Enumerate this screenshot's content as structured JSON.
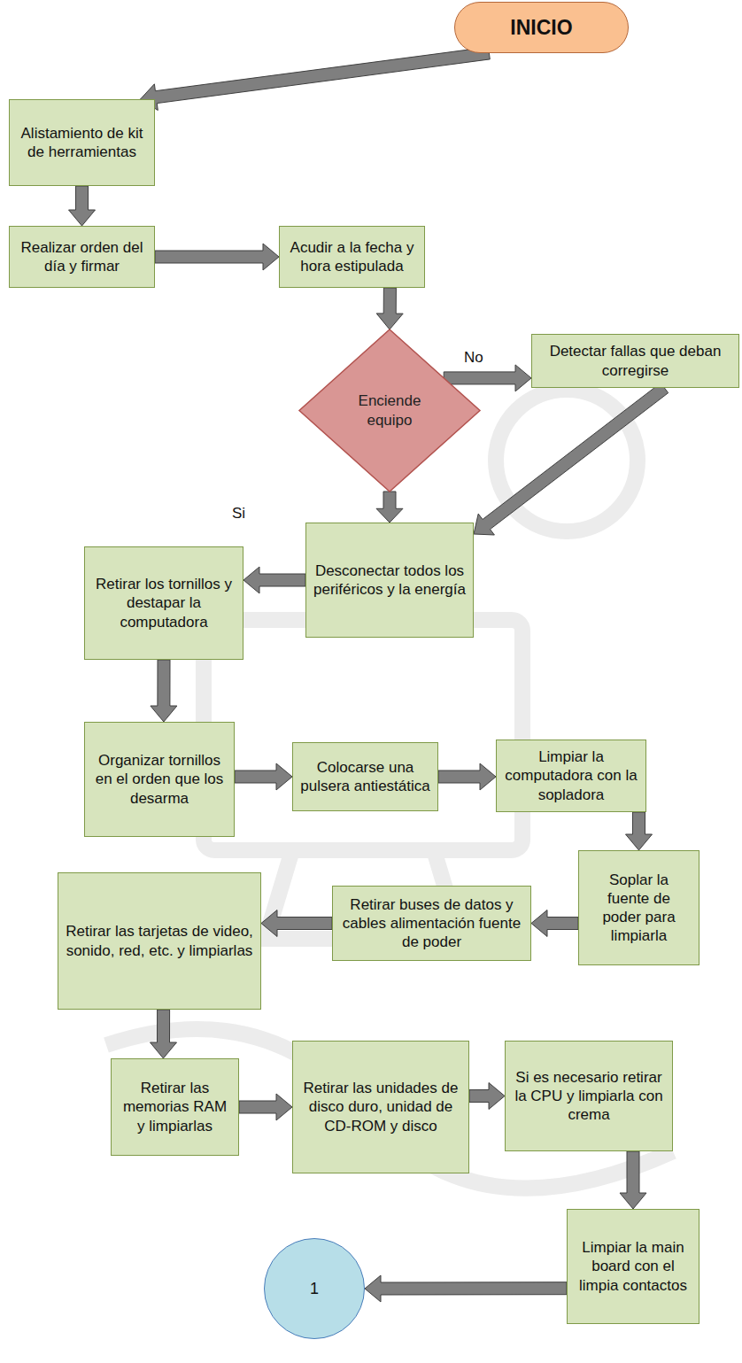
{
  "diagram": {
    "nodes": [
      {
        "text": [
          "INICIO"
        ]
      },
      {
        "text": [
          "Alistamiento de kit de herramientas"
        ]
      },
      {
        "text": [
          "Realizar orden del día y firmar"
        ]
      },
      {
        "text": [
          "Acudir a la fecha y hora estipulada"
        ]
      },
      {
        "text": [
          "Enciende equipo"
        ]
      },
      {
        "text": [
          "Detectar fallas que deban corregirse"
        ]
      },
      {
        "text": [
          "Desconectar todos los periféricos y la energía"
        ]
      },
      {
        "text": [
          "Retirar los tornillos y destapar la computadora"
        ]
      },
      {
        "text": [
          "Organizar tornillos en el orden que los desarma"
        ]
      },
      {
        "text": [
          "Colocarse una pulsera antiestática"
        ]
      },
      {
        "text": [
          "Limpiar la computadora con la sopladora"
        ]
      },
      {
        "text": [
          "Soplar la fuente de poder para limpiarla"
        ]
      },
      {
        "text": [
          "Retirar buses de datos y cables alimentación fuente de poder"
        ]
      },
      {
        "text": [
          "Retirar las tarjetas de video, sonido, red, etc. y limpiarlas"
        ]
      },
      {
        "text": [
          "Retirar las memorias RAM y limpiarlas"
        ]
      },
      {
        "text": [
          "Retirar las unidades de disco duro, unidad de CD-ROM y disco"
        ]
      },
      {
        "text": [
          "Si es necesario retirar la CPU y limpiarla con crema"
        ]
      },
      {
        "text": [
          "Limpiar la main board con el limpia contactos"
        ]
      },
      {
        "text": [
          "1"
        ]
      }
    ],
    "edges": [
      {
        "from": 0,
        "to": 1,
        "arrow": "to"
      },
      {
        "from": 1,
        "to": 2,
        "arrow": "to"
      },
      {
        "from": 2,
        "to": 3,
        "arrow": "to"
      },
      {
        "from": 3,
        "to": 4,
        "arrow": "to"
      },
      {
        "from": 4,
        "to": 5,
        "label": "No",
        "arrow": "to"
      },
      {
        "from": 4,
        "to": 6,
        "label": "Si",
        "arrow": "to"
      },
      {
        "from": 5,
        "to": 6,
        "arrow": "to"
      },
      {
        "from": 6,
        "to": 7,
        "arrow": "to"
      },
      {
        "from": 7,
        "to": 8,
        "arrow": "to"
      },
      {
        "from": 8,
        "to": 9,
        "arrow": "to"
      },
      {
        "from": 9,
        "to": 10,
        "arrow": "to"
      },
      {
        "from": 10,
        "to": 11,
        "arrow": "to"
      },
      {
        "from": 11,
        "to": 12,
        "arrow": "to"
      },
      {
        "from": 12,
        "to": 13,
        "arrow": "to"
      },
      {
        "from": 13,
        "to": 14,
        "arrow": "to"
      },
      {
        "from": 14,
        "to": 15,
        "arrow": "to"
      },
      {
        "from": 15,
        "to": 16,
        "arrow": "to"
      },
      {
        "from": 16,
        "to": 17,
        "arrow": "to"
      },
      {
        "from": 17,
        "to": 18,
        "arrow": "to"
      }
    ]
  }
}
